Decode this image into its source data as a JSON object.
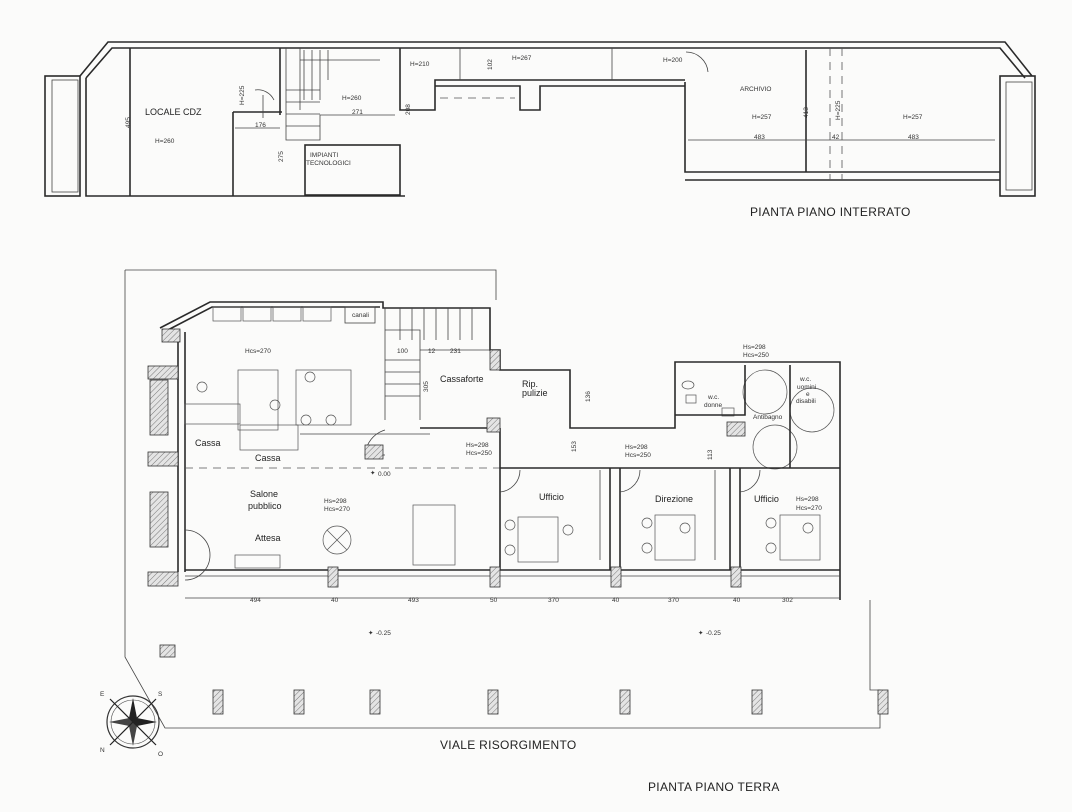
{
  "basement": {
    "title": "PIANTA  PIANO  INTERRATO",
    "rooms": {
      "locale_cdz": "LOCALE  CDZ",
      "locale_cdz_h": "H=260",
      "impianti": "IMPIANTI",
      "tecnologici": "TECNOLOGICI",
      "archivio": "ARCHIVIO",
      "archivio_h": "H=257",
      "archivio2_h": "H=257"
    },
    "heights": [
      "H=225",
      "H=260",
      "H=210",
      "H=267",
      "H=200",
      "H=225"
    ],
    "dims": [
      "495",
      "176",
      "275",
      "271",
      "208",
      "102",
      "413",
      "483",
      "42",
      "483"
    ]
  },
  "ground": {
    "title": "PIANTA PIANO TERRA",
    "street": "VIALE  RISORGIMENTO",
    "rooms": {
      "cassa1": "Cassa",
      "cassa2": "Cassa",
      "salone1": "Salone",
      "salone2": "pubblico",
      "attesa": "Attesa",
      "cassaforte": "Cassaforte",
      "rip1": "Rip.",
      "rip2": "pulizie",
      "ufficio1": "Ufficio",
      "direzione": "Direzione",
      "ufficio2": "Ufficio",
      "wc_donne1": "w.c.",
      "wc_donne2": "donne",
      "wc_uomini1": "w.c.",
      "wc_uomini2": "uomini",
      "wc_uomini3": "e",
      "wc_uomini4": "disabili",
      "antibagno": "Antibagno",
      "canali": "canali"
    },
    "heights": {
      "hcs270": "Hcs=270",
      "hs298_a": "Hs=298",
      "hcs250_a": "Hcs=250",
      "hs298_b": "Hs=298",
      "hcs270_b": "Hcs=270",
      "hs298_c": "Hs=298",
      "hcs250_c": "Hcs=250",
      "hs298_d": "Hs=298",
      "hcs250_d": "Hcs=250",
      "hs298_e": "Hs=298",
      "hcs270_e": "Hcs=270"
    },
    "levels": {
      "floor": "0.00",
      "street1": "-0.25",
      "street2": "-0.25"
    },
    "dims": {
      "stair": [
        "100",
        "12",
        "231"
      ],
      "v305": "305",
      "v136": "136",
      "v153": "153",
      "v113": "113",
      "front": [
        "494",
        "40",
        "493",
        "50",
        "370",
        "40",
        "370",
        "40",
        "302"
      ]
    },
    "compass": {
      "e": "E",
      "s": "S",
      "n": "N",
      "o": "O"
    }
  }
}
